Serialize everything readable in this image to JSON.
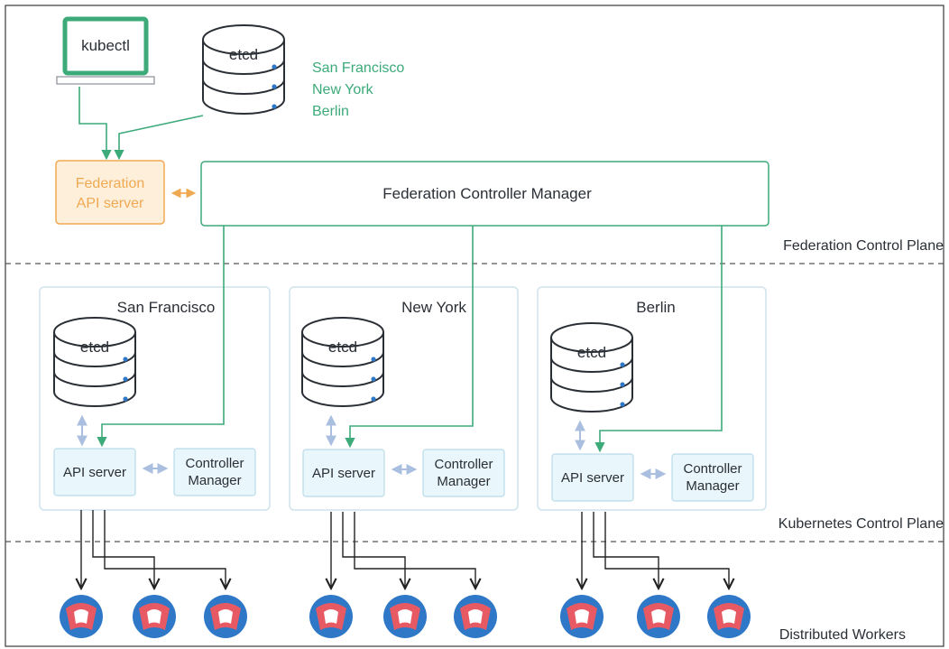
{
  "kubectl": {
    "label": "kubectl"
  },
  "federation_etcd": {
    "label": "etcd",
    "locations": [
      "San Francisco",
      "New York",
      "Berlin"
    ]
  },
  "federation_api_server": {
    "line1": "Federation",
    "line2": "API server"
  },
  "federation_controller_manager": {
    "label": "Federation Controller Manager"
  },
  "planes": {
    "federation": "Federation Control Plane",
    "kubernetes": "Kubernetes Control Plane",
    "workers": "Distributed Workers"
  },
  "clusters": [
    {
      "name": "San Francisco",
      "etcd": "etcd",
      "api_server": "API server",
      "cm_line1": "Controller",
      "cm_line2": "Manager"
    },
    {
      "name": "New York",
      "etcd": "etcd",
      "api_server": "API server",
      "cm_line1": "Controller",
      "cm_line2": "Manager"
    },
    {
      "name": "Berlin",
      "etcd": "etcd",
      "api_server": "API server",
      "cm_line1": "Controller",
      "cm_line2": "Manager"
    }
  ],
  "colors": {
    "green": "#3daa7a",
    "orange": "#f0a953",
    "orange_fill": "#fdefd9",
    "cluster_border": "#cfe3ec",
    "box_fill": "#e9f6fb",
    "box_border": "#b9dbe8",
    "bidir_arrow": "#aabfe0",
    "worker_blue": "#2f78c8",
    "worker_red": "#e85a63"
  }
}
